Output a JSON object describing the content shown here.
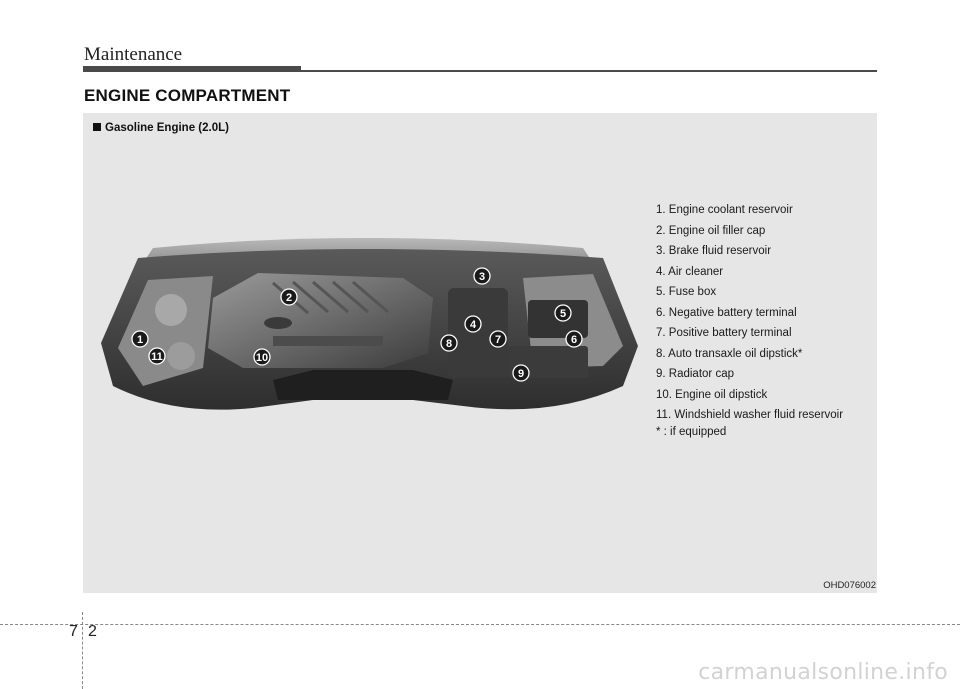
{
  "header": {
    "title": "Maintenance"
  },
  "section": {
    "title": "ENGINE COMPARTMENT"
  },
  "figure": {
    "heading": "Gasoline Engine (2.0L)",
    "image_code": "OHD076002",
    "callouts": [
      "1",
      "2",
      "3",
      "4",
      "5",
      "6",
      "7",
      "8",
      "9",
      "10",
      "11"
    ]
  },
  "legend": {
    "items": [
      "1. Engine coolant reservoir",
      "2. Engine oil filler cap",
      "3. Brake fluid reservoir",
      "4. Air cleaner",
      "5. Fuse box",
      "6. Negative battery terminal",
      "7. Positive battery terminal",
      "8. Auto transaxle oil dipstick*",
      "9. Radiator cap",
      "10. Engine oil dipstick",
      "11. Windshield washer fluid reservoir"
    ],
    "footnote": "* : if equipped"
  },
  "footer": {
    "chapter": "7",
    "page": "2",
    "watermark": "carmanualsonline.info"
  }
}
